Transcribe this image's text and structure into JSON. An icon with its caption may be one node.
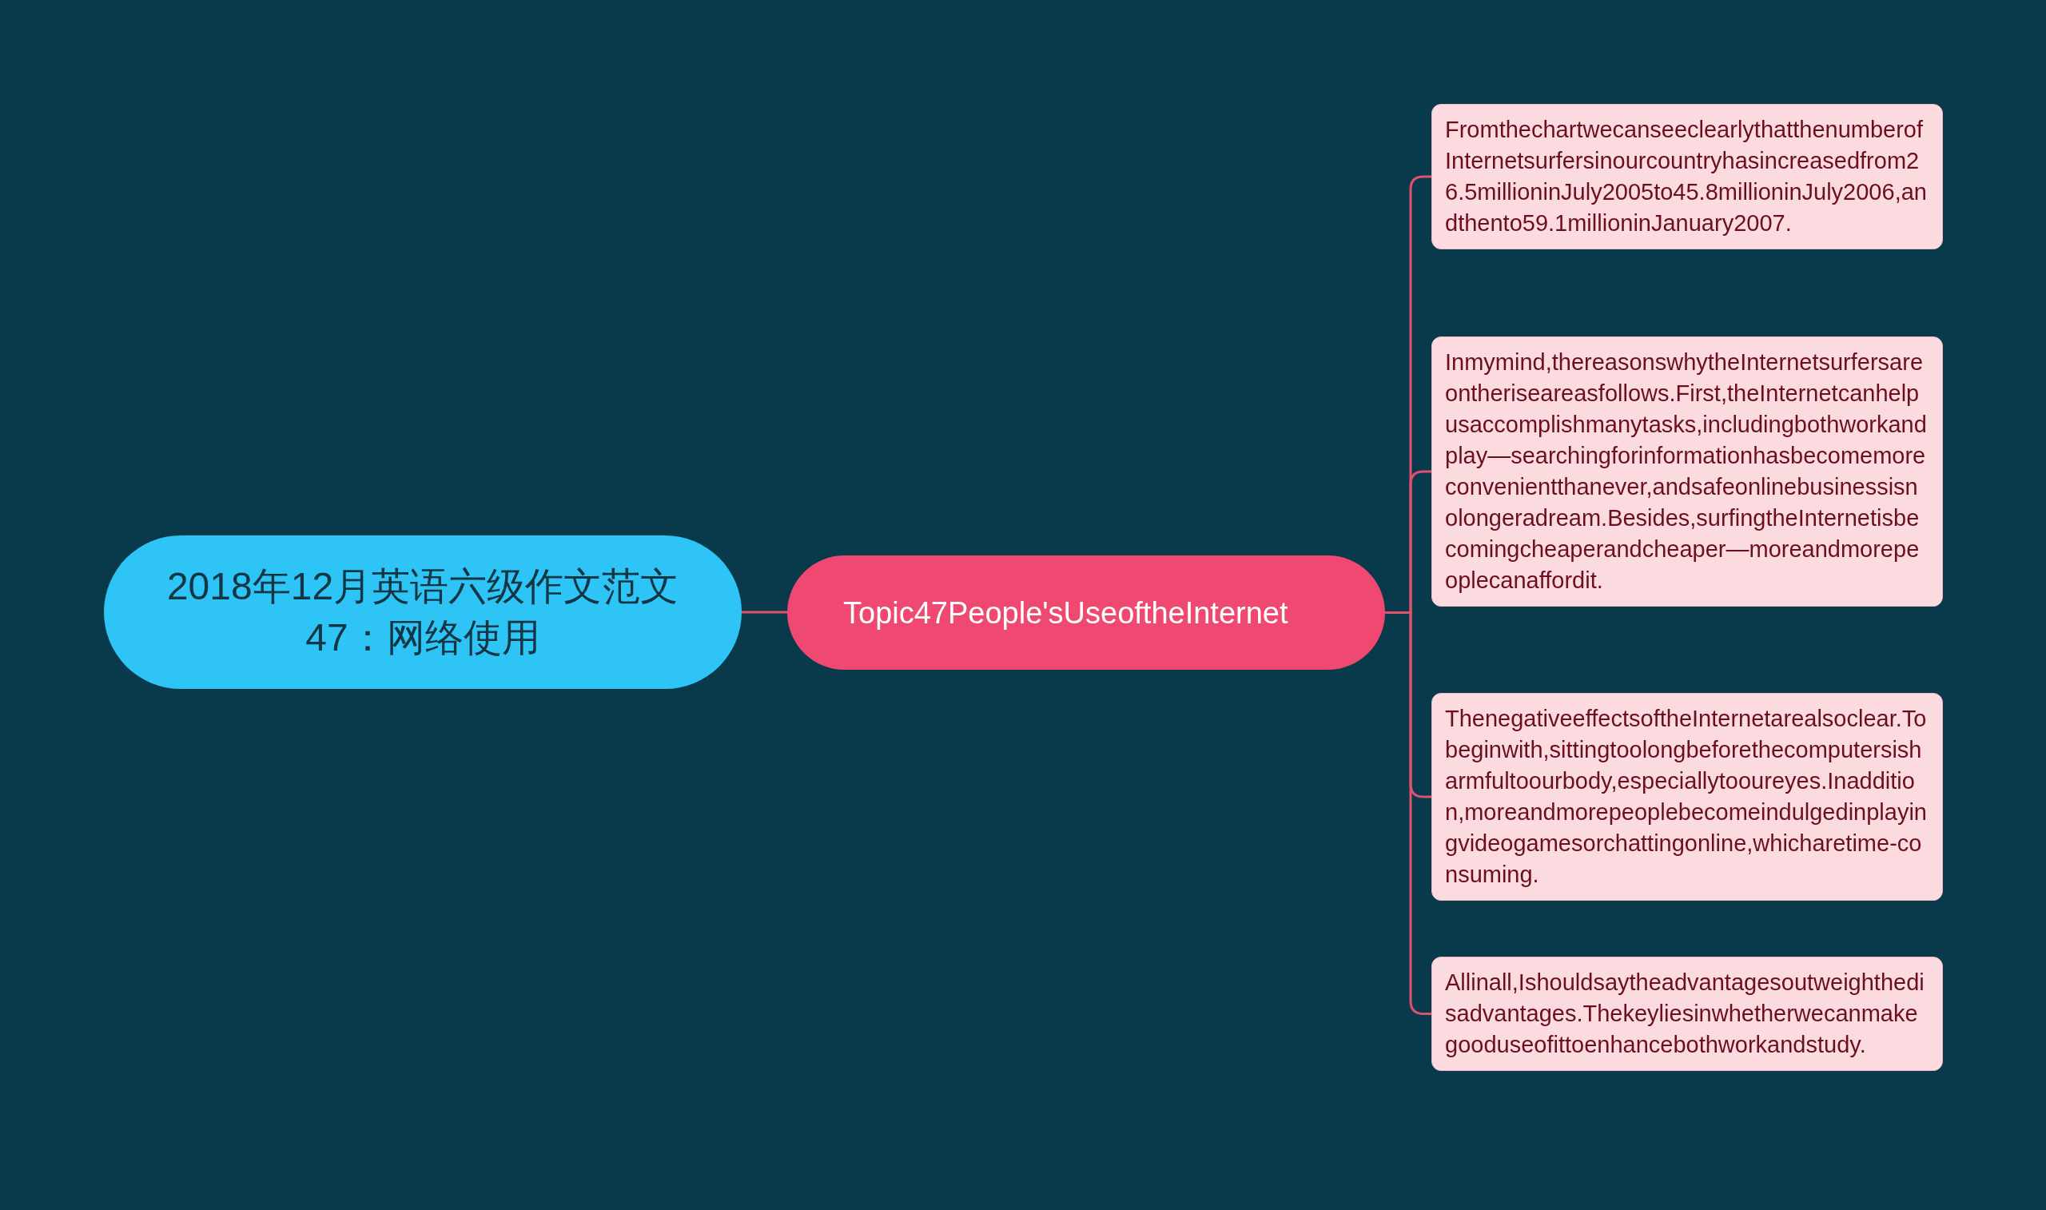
{
  "diagram": {
    "nodes": [
      {
        "text": [
          "2018年12月英语六级作文范文47：网络使用"
        ]
      },
      {
        "text": [
          "Topic47People'sUseoftheInternet"
        ]
      },
      {
        "text": [
          "FromthechartwecanseeclearlythatthenumberofInternetsurfersinourcountryhasincreasedfrom26.5millioninJuly2005to45.8millioninJuly2006,andthento59.1millioninJanuary2007."
        ]
      },
      {
        "text": [
          "Inmymind,thereasonswhytheInternetsurfersareontheriseareasfollows.First,theInternetcanhelpusaccomplishmanytasks,includingbothworkandplay—searchingforinformationhasbecomemoreconvenientthanever,andsafeonlinebusinessisnolongeradream.Besides,surfingtheInternetisbecomingcheaperandcheaper—moreandmorepeoplecanaffordit."
        ]
      },
      {
        "text": [
          "ThenegativeeffectsoftheInternetarealsoclear.Tobeginwith,sittingtoolongbeforethecomputersisharmfultoourbody,especiallytooureyes.Inaddition,moreandmorepeoplebecomeindulgedinplayingvideogamesorchattingonline,whicharetime-consuming."
        ]
      },
      {
        "text": [
          "Allinall,Ishouldsaytheadvantagesoutweighthedisadvantages.Thekeyliesinwhetherwecanmakegooduseofittoenhancebothworkandstudy."
        ]
      }
    ],
    "edges": [
      {
        "from": 0,
        "to": 1,
        "arrow": "none"
      },
      {
        "from": 1,
        "to": 2,
        "arrow": "none"
      },
      {
        "from": 1,
        "to": 3,
        "arrow": "none"
      },
      {
        "from": 1,
        "to": 4,
        "arrow": "none"
      },
      {
        "from": 1,
        "to": 5,
        "arrow": "none"
      }
    ]
  }
}
